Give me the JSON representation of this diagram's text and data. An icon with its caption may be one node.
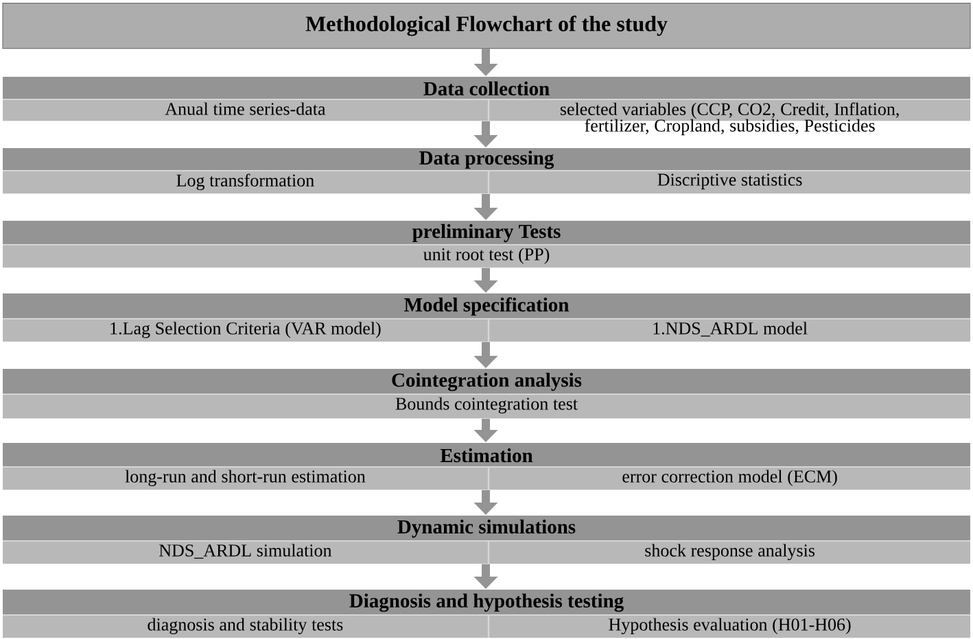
{
  "diagram": {
    "nodes": [
      {
        "text": [
          "Methodological Flowchart of the study"
        ]
      },
      {
        "text": [
          "Data collection"
        ]
      },
      {
        "text": [
          "Anual time series-data"
        ],
        "in": 1
      },
      {
        "text": [
          "selected variables (CCP, CO2, Credit, Inflation, fertilizer, Cropland, subsidies, Pesticides"
        ],
        "in": 1
      },
      {
        "text": [
          "Data processing"
        ]
      },
      {
        "text": [
          "Log transformation"
        ],
        "in": 4
      },
      {
        "text": [
          "Discriptive statistics"
        ],
        "in": 4
      },
      {
        "text": [
          "preliminary Tests"
        ]
      },
      {
        "text": [
          "unit root test (PP)"
        ],
        "in": 7
      },
      {
        "text": [
          "Model specification"
        ]
      },
      {
        "text": [
          "1.Lag Selection Criteria (VAR model)"
        ],
        "in": 9
      },
      {
        "text": [
          "1.NDS_ARDL model"
        ],
        "in": 9
      },
      {
        "text": [
          "Cointegration analysis"
        ]
      },
      {
        "text": [
          "Bounds cointegration test"
        ],
        "in": 12
      },
      {
        "text": [
          "Estimation"
        ]
      },
      {
        "text": [
          "long-run and short-run estimation"
        ],
        "in": 14
      },
      {
        "text": [
          "error correction model (ECM)"
        ],
        "in": 14
      },
      {
        "text": [
          "Dynamic simulations"
        ]
      },
      {
        "text": [
          "NDS_ARDL simulation"
        ],
        "in": 17
      },
      {
        "text": [
          "shock response analysis"
        ],
        "in": 17
      },
      {
        "text": [
          "Diagnosis and hypothesis testing"
        ]
      },
      {
        "text": [
          "diagnosis and stability tests"
        ],
        "in": 20
      },
      {
        "text": [
          "Hypothesis evaluation (H01-H06)"
        ],
        "in": 20
      }
    ],
    "edges": [
      {
        "from": 0,
        "to": 1,
        "arrow": "to"
      },
      {
        "from": 1,
        "to": 4,
        "arrow": "to"
      },
      {
        "from": 4,
        "to": 7,
        "arrow": "to"
      },
      {
        "from": 7,
        "to": 9,
        "arrow": "to"
      },
      {
        "from": 9,
        "to": 12,
        "arrow": "to"
      },
      {
        "from": 12,
        "to": 14,
        "arrow": "to"
      },
      {
        "from": 14,
        "to": 17,
        "arrow": "to"
      },
      {
        "from": 17,
        "to": 20,
        "arrow": "to"
      }
    ]
  }
}
